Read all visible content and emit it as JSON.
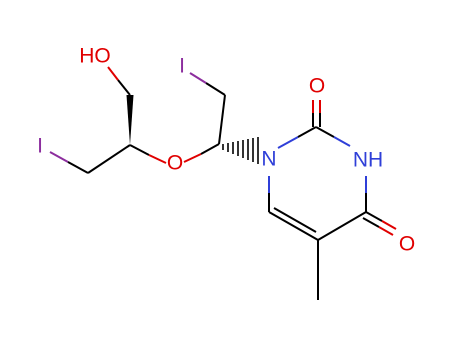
{
  "molecule": {
    "atoms": [
      {
        "id": "I_left",
        "label": "I",
        "color": "#8c2e9e"
      },
      {
        "id": "O_hydroxyl",
        "label": "HO",
        "color": "#e00000"
      },
      {
        "id": "O_ether",
        "label": "O",
        "color": "#e00000"
      },
      {
        "id": "I_top",
        "label": "I",
        "color": "#8c2e9e"
      },
      {
        "id": "N1",
        "label": "N",
        "color": "#2f3fd8"
      },
      {
        "id": "N3",
        "label": "NH",
        "color": "#2f3fd8"
      },
      {
        "id": "O_C2",
        "label": "O",
        "color": "#e00000"
      },
      {
        "id": "O_C4",
        "label": "O",
        "color": "#e00000"
      }
    ],
    "colors": {
      "carbon_bond": "#000000",
      "oxygen": "#e00000",
      "nitrogen": "#2f3fd8",
      "iodine": "#8c2e9e",
      "background": "#ffffff"
    }
  }
}
